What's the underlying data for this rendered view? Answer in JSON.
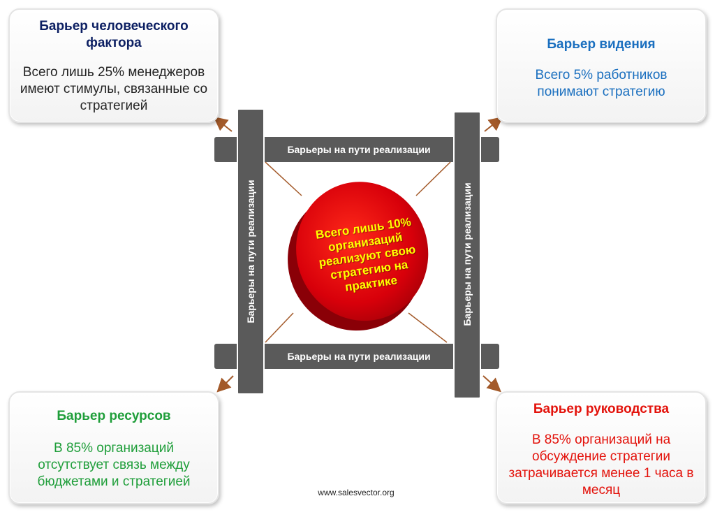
{
  "cards": {
    "human": {
      "title": "Барьер человеческого фактора",
      "body": "Всего лишь 25% менеджеров имеют стимулы, связанные со стратегией"
    },
    "vision": {
      "title": "Барьер видения",
      "body": "Всего 5% работников понимают стратегию"
    },
    "resources": {
      "title": "Барьер ресурсов",
      "body": "В 85% организаций отсутствует связь между бюджетами и стратегией"
    },
    "leadership": {
      "title": "Барьер руководства",
      "body": "В 85% организаций на обсуждение стратегии затрачивается менее 1 часа в месяц"
    }
  },
  "bars": {
    "top": "Барьеры на пути реализации",
    "bottom": "Барьеры на пути реализации",
    "left": "Барьеры на пути реализации",
    "right": "Барьеры на пути реализации"
  },
  "center": {
    "text": "Всего лишь 10% организаций реализуют свою стратегию на практике"
  },
  "footer": {
    "url": "www.salesvector.org"
  },
  "colors": {
    "bar": "#5a5a5a",
    "disc": "#e0000a",
    "arrow": "#a35a2a",
    "human_title": "#0d2063",
    "vision": "#1a6fbf",
    "resources": "#1f9e3a",
    "leadership": "#e3120b"
  }
}
